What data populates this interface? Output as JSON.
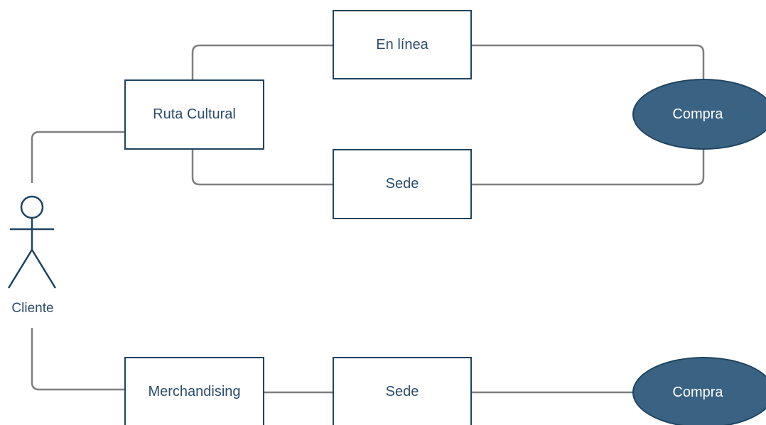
{
  "diagram": {
    "actor": {
      "label": "Cliente"
    },
    "nodes": {
      "ruta_cultural": "Ruta Cultural",
      "en_linea": "En línea",
      "sede_top": "Sede",
      "compra_top": "Compra",
      "merchandising": "Merchandising",
      "sede_bottom": "Sede",
      "compra_bottom": "Compra"
    },
    "colors": {
      "box_border": "#1f4460",
      "text": "#2a4d6b",
      "ellipse_fill": "#3a6282",
      "connector": "#7f7f7f"
    }
  }
}
